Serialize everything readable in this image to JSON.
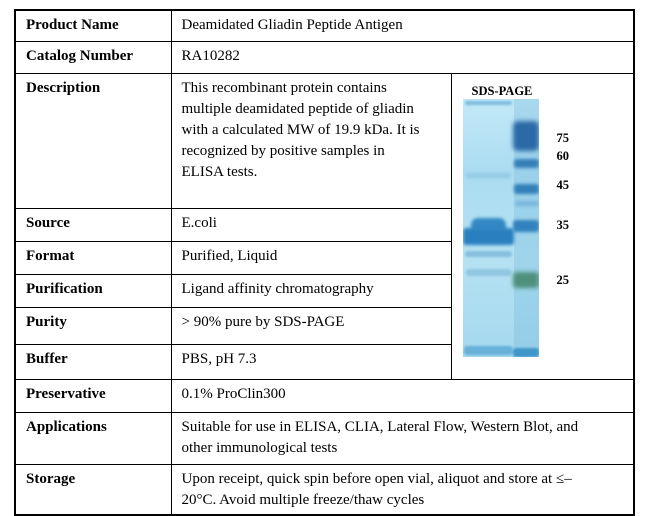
{
  "document": {
    "type": "product-datasheet-table"
  },
  "table": {
    "rows": [
      {
        "label": "Product Name",
        "value": "Deamidated Gliadin Peptide Antigen"
      },
      {
        "label": "Catalog Number",
        "value": "RA10282"
      },
      {
        "label": "Description",
        "value": "This recombinant protein contains multiple deamidated peptide of gliadin with a calculated MW of 19.9 kDa. It is recognized by positive samples in ELISA tests."
      },
      {
        "label": "Source",
        "value": "E.coli"
      },
      {
        "label": "Format",
        "value": "Purified, Liquid"
      },
      {
        "label": "Purification",
        "value": "Ligand affinity chromatography"
      },
      {
        "label": "Purity",
        "value": "> 90% pure by SDS-PAGE"
      },
      {
        "label": "Buffer",
        "value": "PBS, pH 7.3"
      },
      {
        "label": "Preservative",
        "value": "0.1% ProClin300"
      },
      {
        "label": "Applications",
        "value": "Suitable for use in ELISA, CLIA, Lateral Flow, Western Blot, and other immunological tests"
      },
      {
        "label": "Storage",
        "value": "Upon receipt, quick spin before open vial, aliquot and store at ≤–20°C. Avoid multiple freeze/thaw cycles"
      }
    ]
  },
  "sds_page": {
    "title": "SDS-PAGE",
    "markers": [
      "75",
      "60",
      "45",
      "35",
      "25"
    ],
    "colors": {
      "gel_background": "#aedff2",
      "band_blue": "#3182bd",
      "band_dark_blue": "#2b6aa6",
      "band_green": "#4e907b",
      "sample_band_blue": "#2a80bf",
      "border": "#000000",
      "text": "#000000"
    }
  }
}
